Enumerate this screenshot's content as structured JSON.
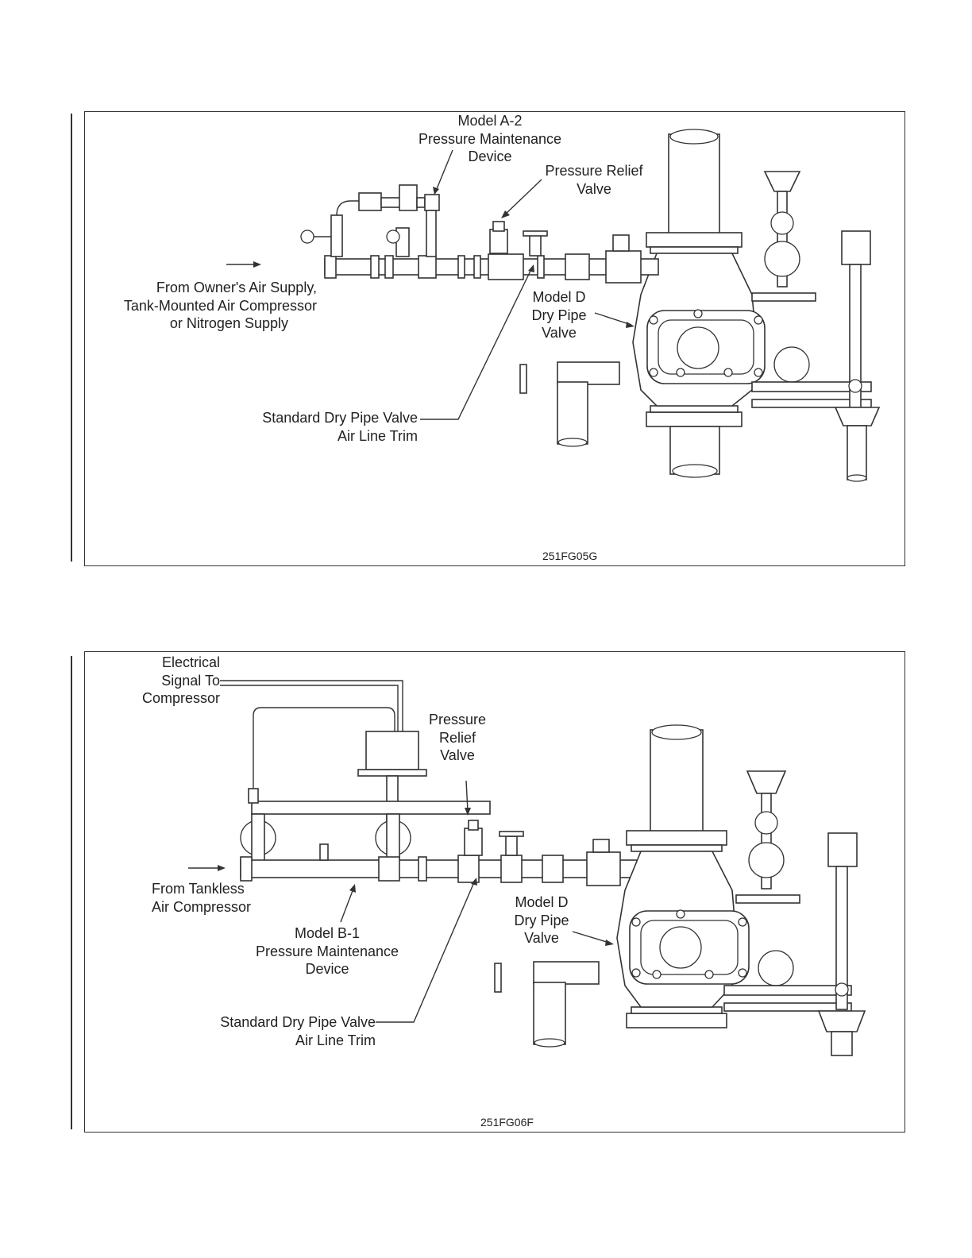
{
  "figure1": {
    "labels": {
      "pmd": [
        "Model A-2",
        "Pressure Maintenance",
        "Device"
      ],
      "relief": [
        "Pressure Relief",
        "Valve"
      ],
      "supply": [
        "From Owner's Air Supply,",
        "Tank-Mounted Air Compressor",
        "or Nitrogen Supply"
      ],
      "dpv": [
        "Model D",
        "Dry Pipe",
        "Valve"
      ],
      "trim": [
        "Standard Dry Pipe Valve",
        "Air Line Trim"
      ]
    },
    "fig_id": "251FG05G"
  },
  "figure2": {
    "labels": {
      "signal": [
        "Electrical",
        "Signal To",
        "Compressor"
      ],
      "relief": [
        "Pressure",
        "Relief",
        "Valve"
      ],
      "supply": [
        "From Tankless",
        "Air Compressor"
      ],
      "pmd": [
        "Model B-1",
        "Pressure Maintenance",
        "Device"
      ],
      "dpv": [
        "Model D",
        "Dry Pipe",
        "Valve"
      ],
      "trim": [
        "Standard Dry Pipe Valve",
        "Air Line Trim"
      ]
    },
    "fig_id": "251FG06F"
  }
}
